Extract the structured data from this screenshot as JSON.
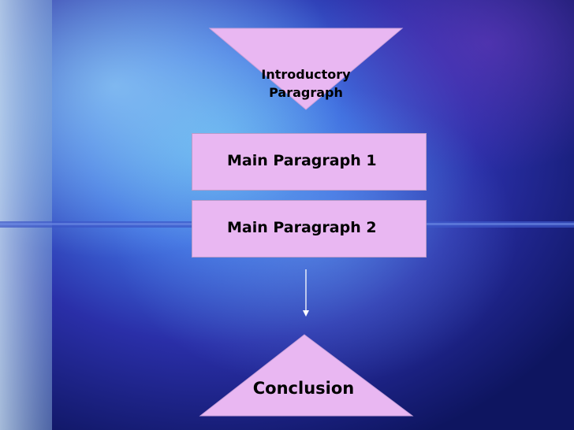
{
  "diagram": {
    "intro": {
      "line1": "Introductory",
      "line2": "Paragraph"
    },
    "main1": {
      "label": "Main Paragraph 1"
    },
    "main2": {
      "label": "Main Paragraph 2"
    },
    "conclusion": {
      "label": "Conclusion"
    }
  },
  "colors": {
    "shape_fill": "#e9b7f2",
    "arrow": "#ffffff",
    "background": "#1d2a86"
  }
}
